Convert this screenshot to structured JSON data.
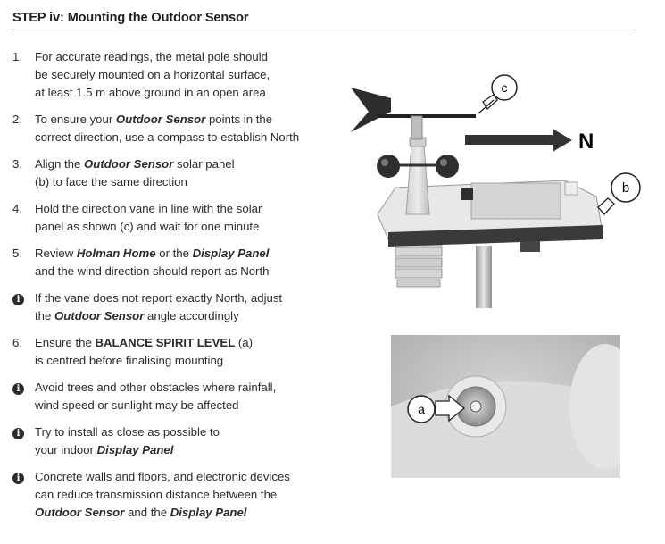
{
  "title": "STEP iv: Mounting the Outdoor Sensor",
  "steps": [
    {
      "marker": "1.",
      "lines": [
        [
          {
            "t": "For accurate readings, the metal pole should"
          }
        ],
        [
          {
            "t": "be securely mounted on a horizontal surface,"
          }
        ],
        [
          {
            "t": "at least 1.5 m above ground in an open area"
          }
        ]
      ]
    },
    {
      "marker": "2.",
      "lines": [
        [
          {
            "t": "To ensure your "
          },
          {
            "t": "Outdoor Sensor",
            "s": "em"
          },
          {
            "t": " points in the"
          }
        ],
        [
          {
            "t": "correct direction, use a compass to establish North"
          }
        ]
      ]
    },
    {
      "marker": "3.",
      "lines": [
        [
          {
            "t": "Align the "
          },
          {
            "t": "Outdoor Sensor",
            "s": "em"
          },
          {
            "t": " solar panel"
          }
        ],
        [
          {
            "t": "(b) to face the same direction"
          }
        ]
      ]
    },
    {
      "marker": "4.",
      "lines": [
        [
          {
            "t": "Hold the direction vane in line with the solar"
          }
        ],
        [
          {
            "t": "panel as shown (c) and wait for one minute"
          }
        ]
      ]
    },
    {
      "marker": "5.",
      "lines": [
        [
          {
            "t": "Review "
          },
          {
            "t": "Holman Home",
            "s": "em"
          },
          {
            "t": " or the "
          },
          {
            "t": "Display Panel",
            "s": "em"
          }
        ],
        [
          {
            "t": "and the wind direction should report as North"
          }
        ]
      ]
    },
    {
      "marker": "info",
      "lines": [
        [
          {
            "t": "If the vane does not report exactly North, adjust"
          }
        ],
        [
          {
            "t": "the "
          },
          {
            "t": "Outdoor Sensor",
            "s": "em"
          },
          {
            "t": " angle accordingly"
          }
        ]
      ]
    },
    {
      "marker": "6.",
      "lines": [
        [
          {
            "t": "Ensure the "
          },
          {
            "t": "BALANCE SPIRIT LEVEL",
            "s": "caps"
          },
          {
            "t": " (a)"
          }
        ],
        [
          {
            "t": "is centred before finalising mounting"
          }
        ]
      ]
    },
    {
      "marker": "info",
      "lines": [
        [
          {
            "t": "Avoid trees and other obstacles where rainfall,"
          }
        ],
        [
          {
            "t": "wind speed or sunlight may be affected"
          }
        ]
      ]
    },
    {
      "marker": "info",
      "lines": [
        [
          {
            "t": "Try to install as close as possible to"
          }
        ],
        [
          {
            "t": "your indoor "
          },
          {
            "t": "Display Panel",
            "s": "em"
          }
        ]
      ]
    },
    {
      "marker": "info",
      "lines": [
        [
          {
            "t": "Concrete walls and floors, and electronic devices"
          }
        ],
        [
          {
            "t": "can reduce transmission distance between the"
          }
        ],
        [
          {
            "t": "Outdoor Sensor",
            "s": "em"
          },
          {
            "t": " and the "
          },
          {
            "t": "Display Panel",
            "s": "em"
          }
        ]
      ]
    }
  ],
  "figure": {
    "callout_c": "c",
    "callout_b": "b",
    "north_label": "N",
    "callout_a": "a"
  },
  "icons": {
    "info": "info-icon"
  }
}
